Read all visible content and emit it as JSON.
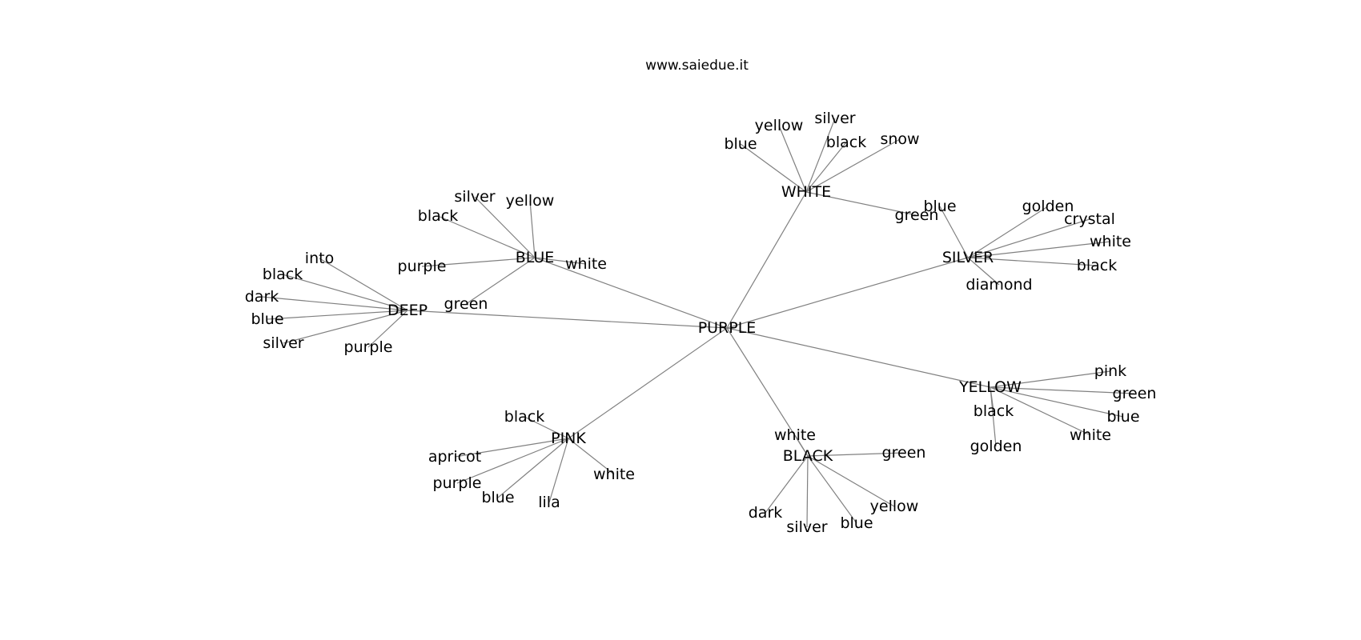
{
  "site": {
    "title": "www.saiedue.it"
  },
  "graph": {
    "root": "PURPLE",
    "clusters": [
      {
        "hub": "WHITE",
        "leaves": [
          "blue",
          "yellow",
          "silver",
          "black",
          "snow",
          "green"
        ]
      },
      {
        "hub": "SILVER",
        "leaves": [
          "blue",
          "golden",
          "crystal",
          "white",
          "black",
          "diamond"
        ]
      },
      {
        "hub": "BLUE",
        "leaves": [
          "silver",
          "yellow",
          "black",
          "purple",
          "white",
          "green"
        ]
      },
      {
        "hub": "DEEP",
        "leaves": [
          "into",
          "black",
          "dark",
          "blue",
          "silver",
          "purple"
        ]
      },
      {
        "hub": "YELLOW",
        "leaves": [
          "pink",
          "green",
          "black",
          "blue",
          "white",
          "golden"
        ]
      },
      {
        "hub": "PINK",
        "leaves": [
          "black",
          "apricot",
          "purple",
          "blue",
          "lila",
          "white"
        ]
      },
      {
        "hub": "BLACK",
        "leaves": [
          "white",
          "green",
          "dark",
          "silver",
          "blue",
          "yellow"
        ]
      }
    ]
  }
}
